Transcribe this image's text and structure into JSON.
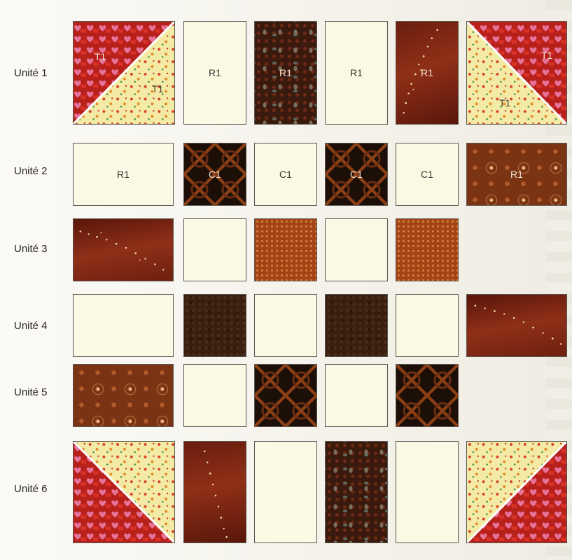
{
  "figure": {
    "row_labels": [
      "Unité 1",
      "Unité 2",
      "Unité 3",
      "Unité 4",
      "Unité 5",
      "Unité 6"
    ]
  },
  "cells": {
    "u1_c1_top": "T1",
    "u1_c1_bottom": "T1",
    "u1_c2": "R1",
    "u1_c3": "R1",
    "u1_c4": "R1",
    "u1_c5": "R1",
    "u1_c6_top": "T1",
    "u1_c6_bottom": "T1",
    "u2_c1": "R1",
    "u2_c2": "C1",
    "u2_c3": "C1",
    "u2_c4": "C1",
    "u2_c5": "C1",
    "u2_c6": "R1"
  },
  "colors": {
    "cream": "#fbf8e4",
    "rust": "#a34416",
    "dark_brown": "#1c0f08",
    "red_hearts": "#c0231c",
    "pink_hearts": "#e8739a",
    "yellow_floral": "#f3eba5",
    "border": "#5b5751"
  }
}
